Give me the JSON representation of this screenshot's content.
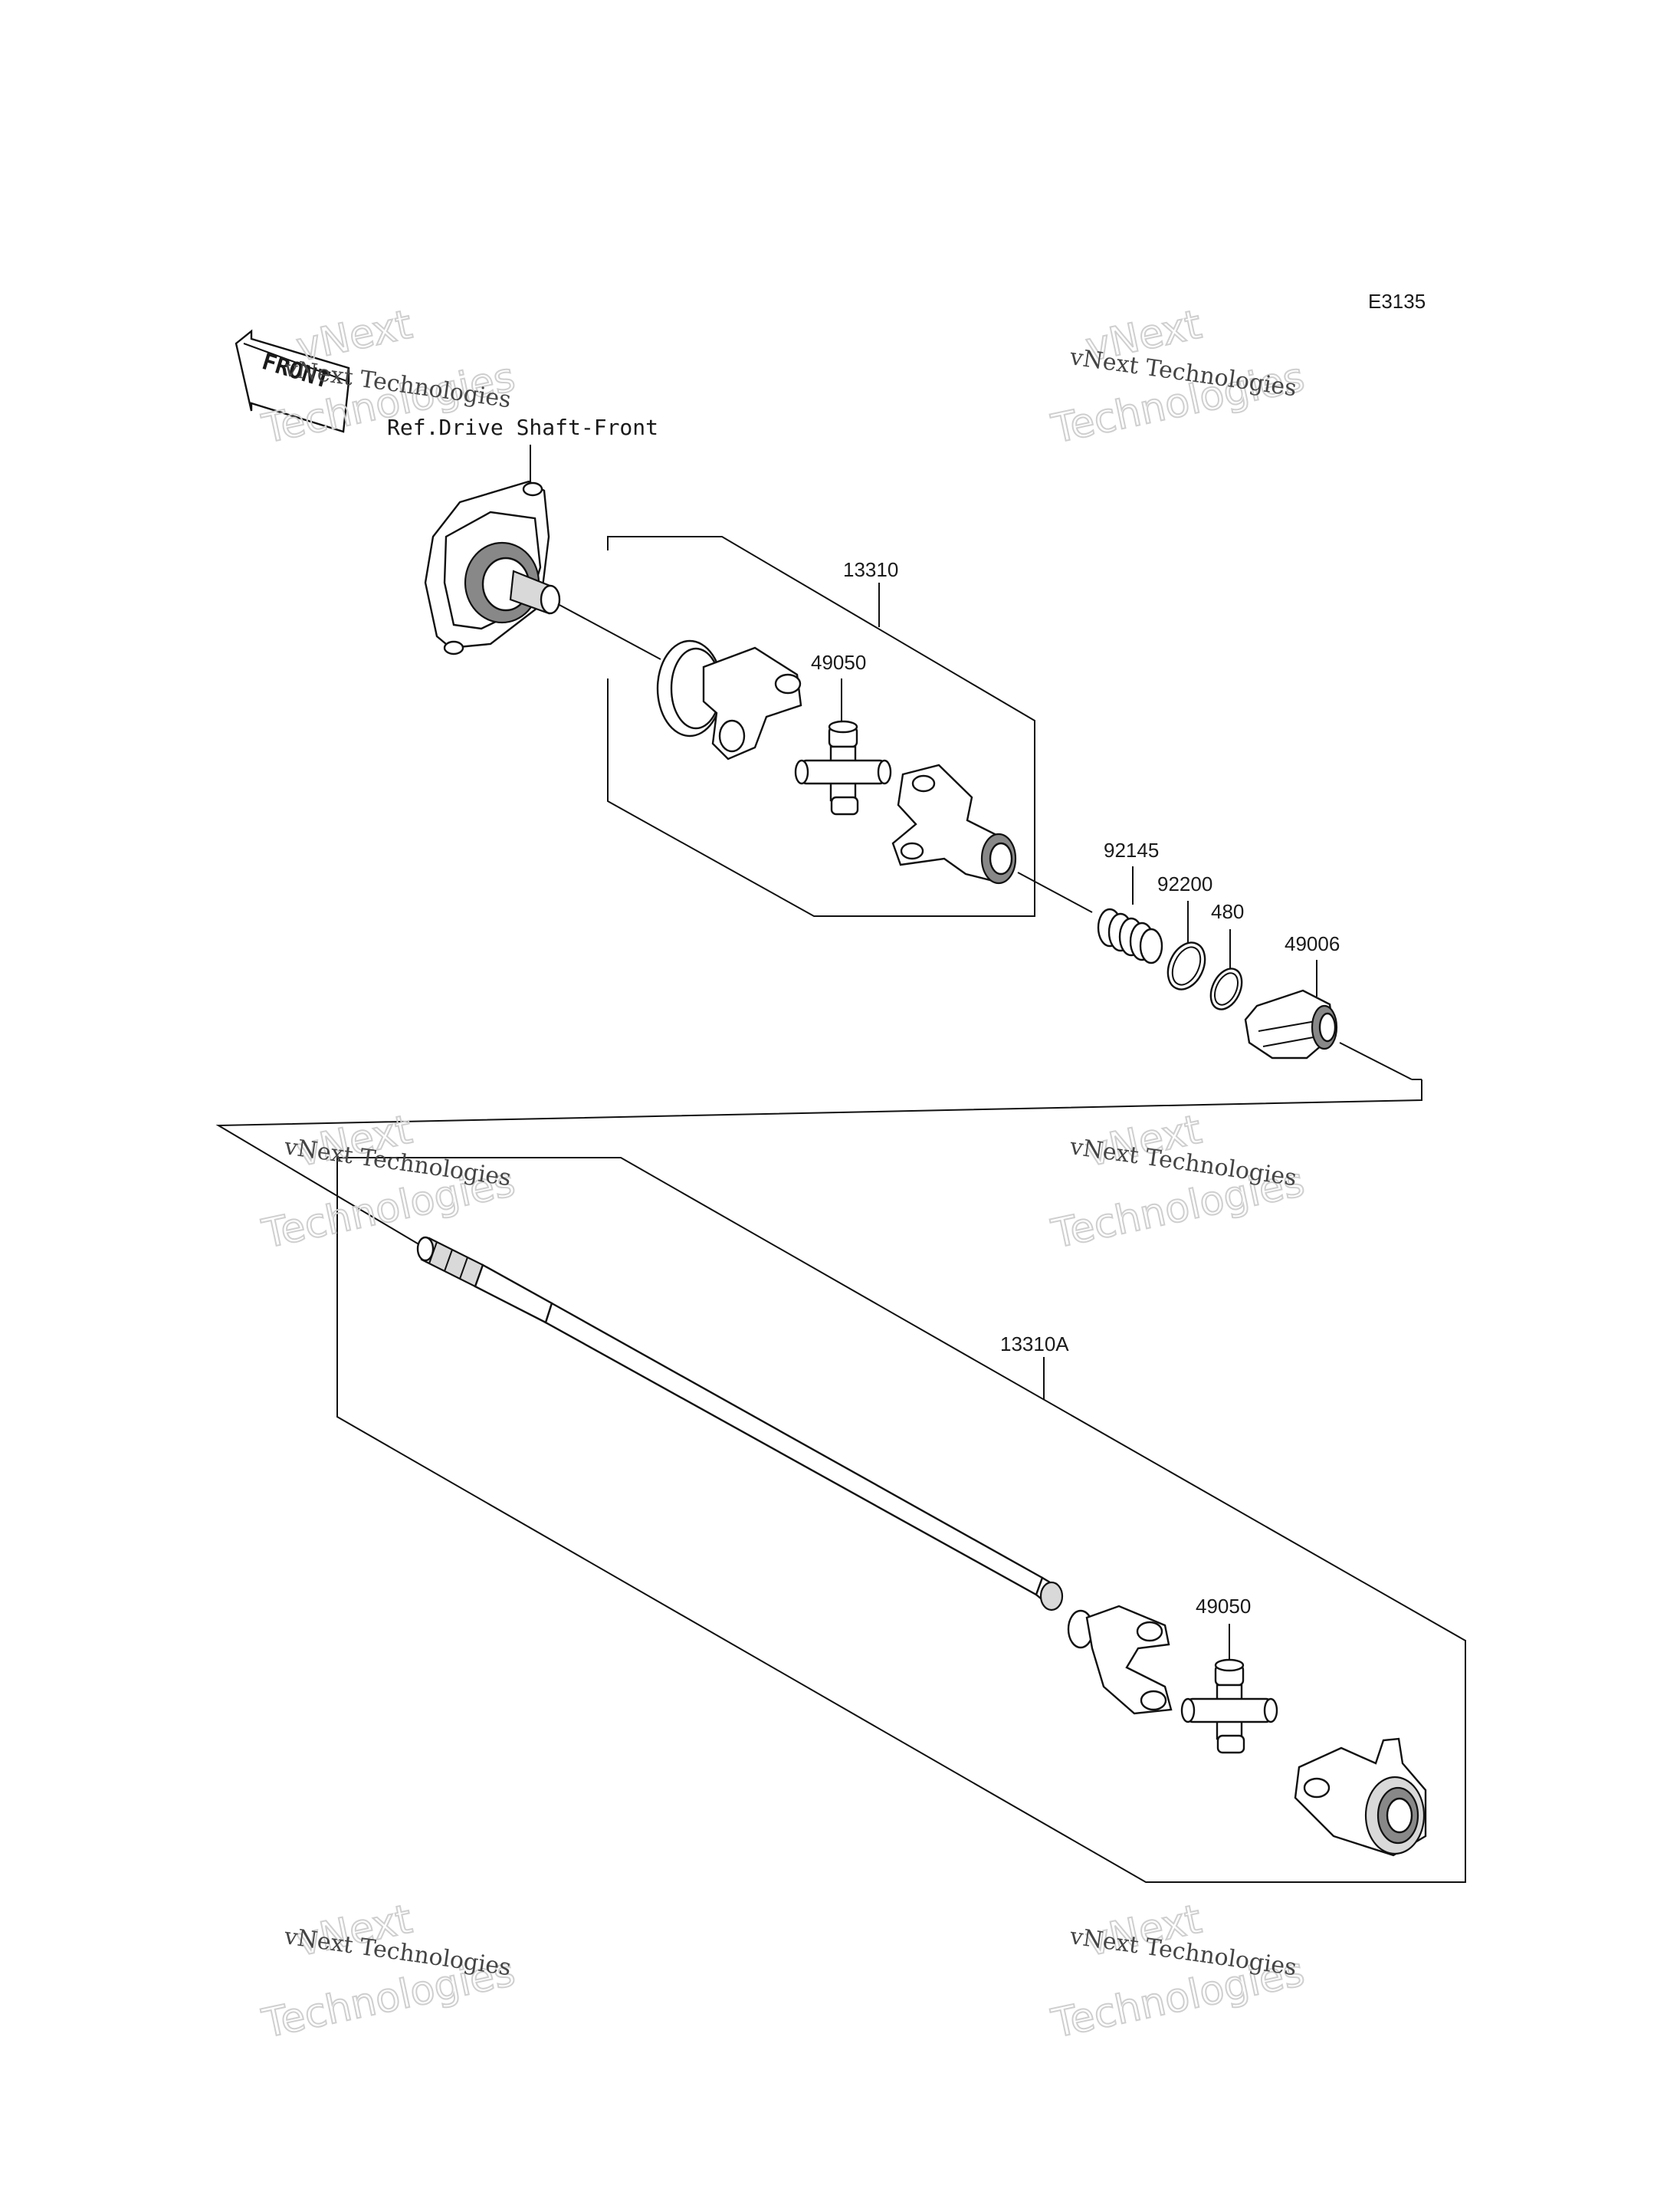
{
  "diagram_code": "E3135",
  "front_arrow_label": "FRONT",
  "reference_label": "Ref.Drive Shaft-Front",
  "callouts": {
    "assembly_upper": "13310",
    "cross_upper": "49050",
    "spring": "92145",
    "ring_92200": "92200",
    "ring_480": "480",
    "boot": "49006",
    "assembly_lower": "13310A",
    "cross_lower": "49050"
  },
  "watermark": {
    "line_small": "vNext Technologies",
    "line_big_1": "vNext",
    "line_big_2": "Technologies"
  }
}
